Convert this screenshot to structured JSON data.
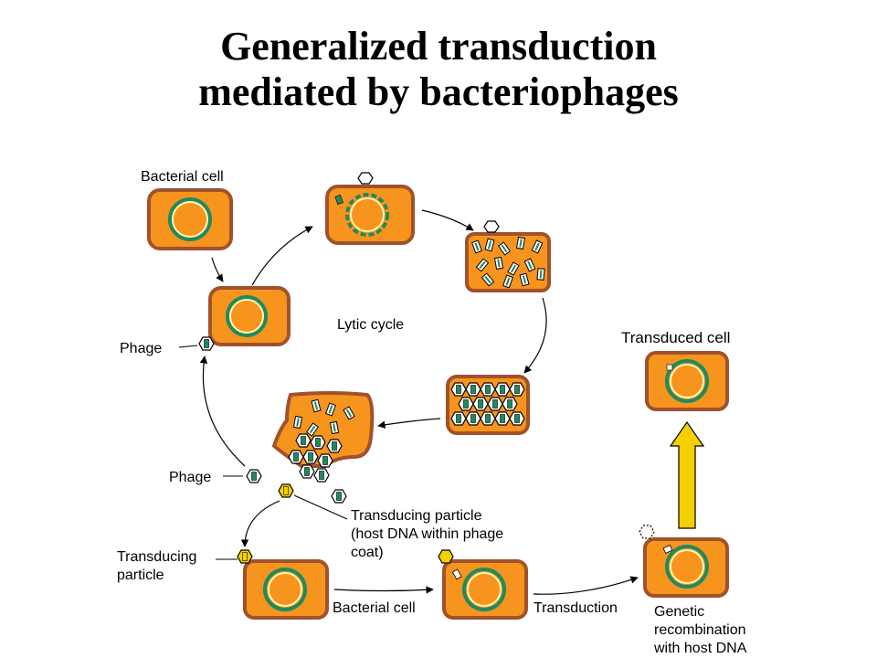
{
  "title": {
    "line1": "Generalized transduction",
    "line2": "mediated by bacteriophages"
  },
  "labels": {
    "bacterial_cell_top": "Bacterial cell",
    "lytic_cycle": "Lytic cycle",
    "phage_left": "Phage",
    "phage_burst": "Phage",
    "transducing_particle_callout": [
      "Transducing particle",
      "(host DNA within phage",
      "coat)"
    ],
    "transducing_particle_left": [
      "Transducing",
      "particle"
    ],
    "bacterial_cell_bottom": "Bacterial cell",
    "transduction": "Transduction",
    "transduced_cell": "Transduced cell",
    "genetic_recombination": [
      "Genetic",
      "recombination",
      "with host DNA"
    ]
  },
  "colors": {
    "cell_fill": "#f7941d",
    "cell_border": "#a0522d",
    "dna_ring": "#1f8a5f",
    "arrow_yellow": "#f5d000",
    "phage_fill": "#ffffff",
    "transducing_phage_fill": "#f5d000"
  }
}
